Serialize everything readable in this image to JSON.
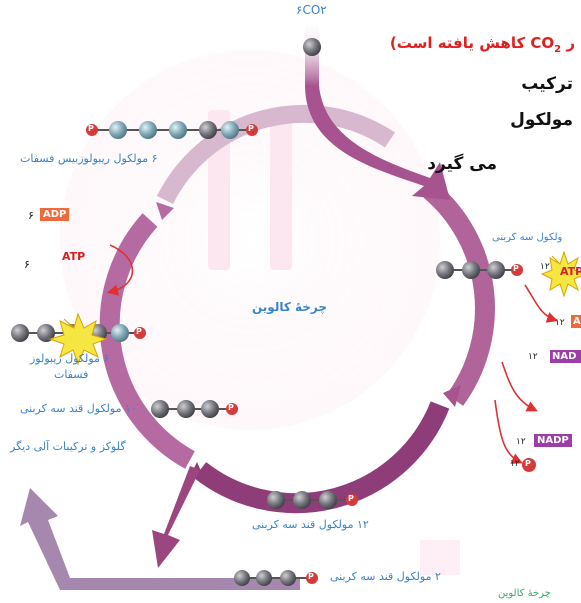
{
  "title": {
    "line1_prefix": "ر ",
    "line1_chem": "CO",
    "line1_sub": "2",
    "line1_suffix": " کاهش یافته است)",
    "line2": "ترکیب",
    "line3": "مولکول",
    "line4": "می گیرد"
  },
  "co2_top": "۶CO۲",
  "cycle_label": "چرخهٔ کالوین",
  "labels": {
    "ribulose_bisphosphate": "۶ مولکول ریبولوزبیس فسفات",
    "adp_count": "۶",
    "adp": "ADP",
    "atp_count_left": "۶",
    "atp": "ATP",
    "ribulose_phosphate_1": "۶ مولکول ریبولوز",
    "ribulose_phosphate_2": "فسفات",
    "sugar3_10": "۱۰ مولکول قند سه کربنی",
    "glucose": "گلوکز و ترکیبات آلی دیگر",
    "sugar3_12": "۱۲ مولکول قند سه کربنی",
    "sugar3_2": "۲ مولکول قند سه کربنی",
    "three_carbon_right": "ولکول سه کربنی",
    "atp_count_right": "۱۲",
    "adp_count_right": "۱۲",
    "nadh_count": "۱۲",
    "nadh": "NAD",
    "nadp_count": "۱۲",
    "nadp": "NADP",
    "p_count": "۱۲",
    "p": "P",
    "bottom_right": "چرخهٔ کالوین"
  },
  "colors": {
    "arrow": "#a7538f",
    "arrow_light": "#d7b6ce",
    "title_red": "#e02020",
    "label_blue": "#3a84c9",
    "atp_yellow": "#f5e642",
    "p_red": "#d63b3b",
    "molecule_gray": "#7d7d84",
    "molecule_blue": "#7fa7b3"
  }
}
